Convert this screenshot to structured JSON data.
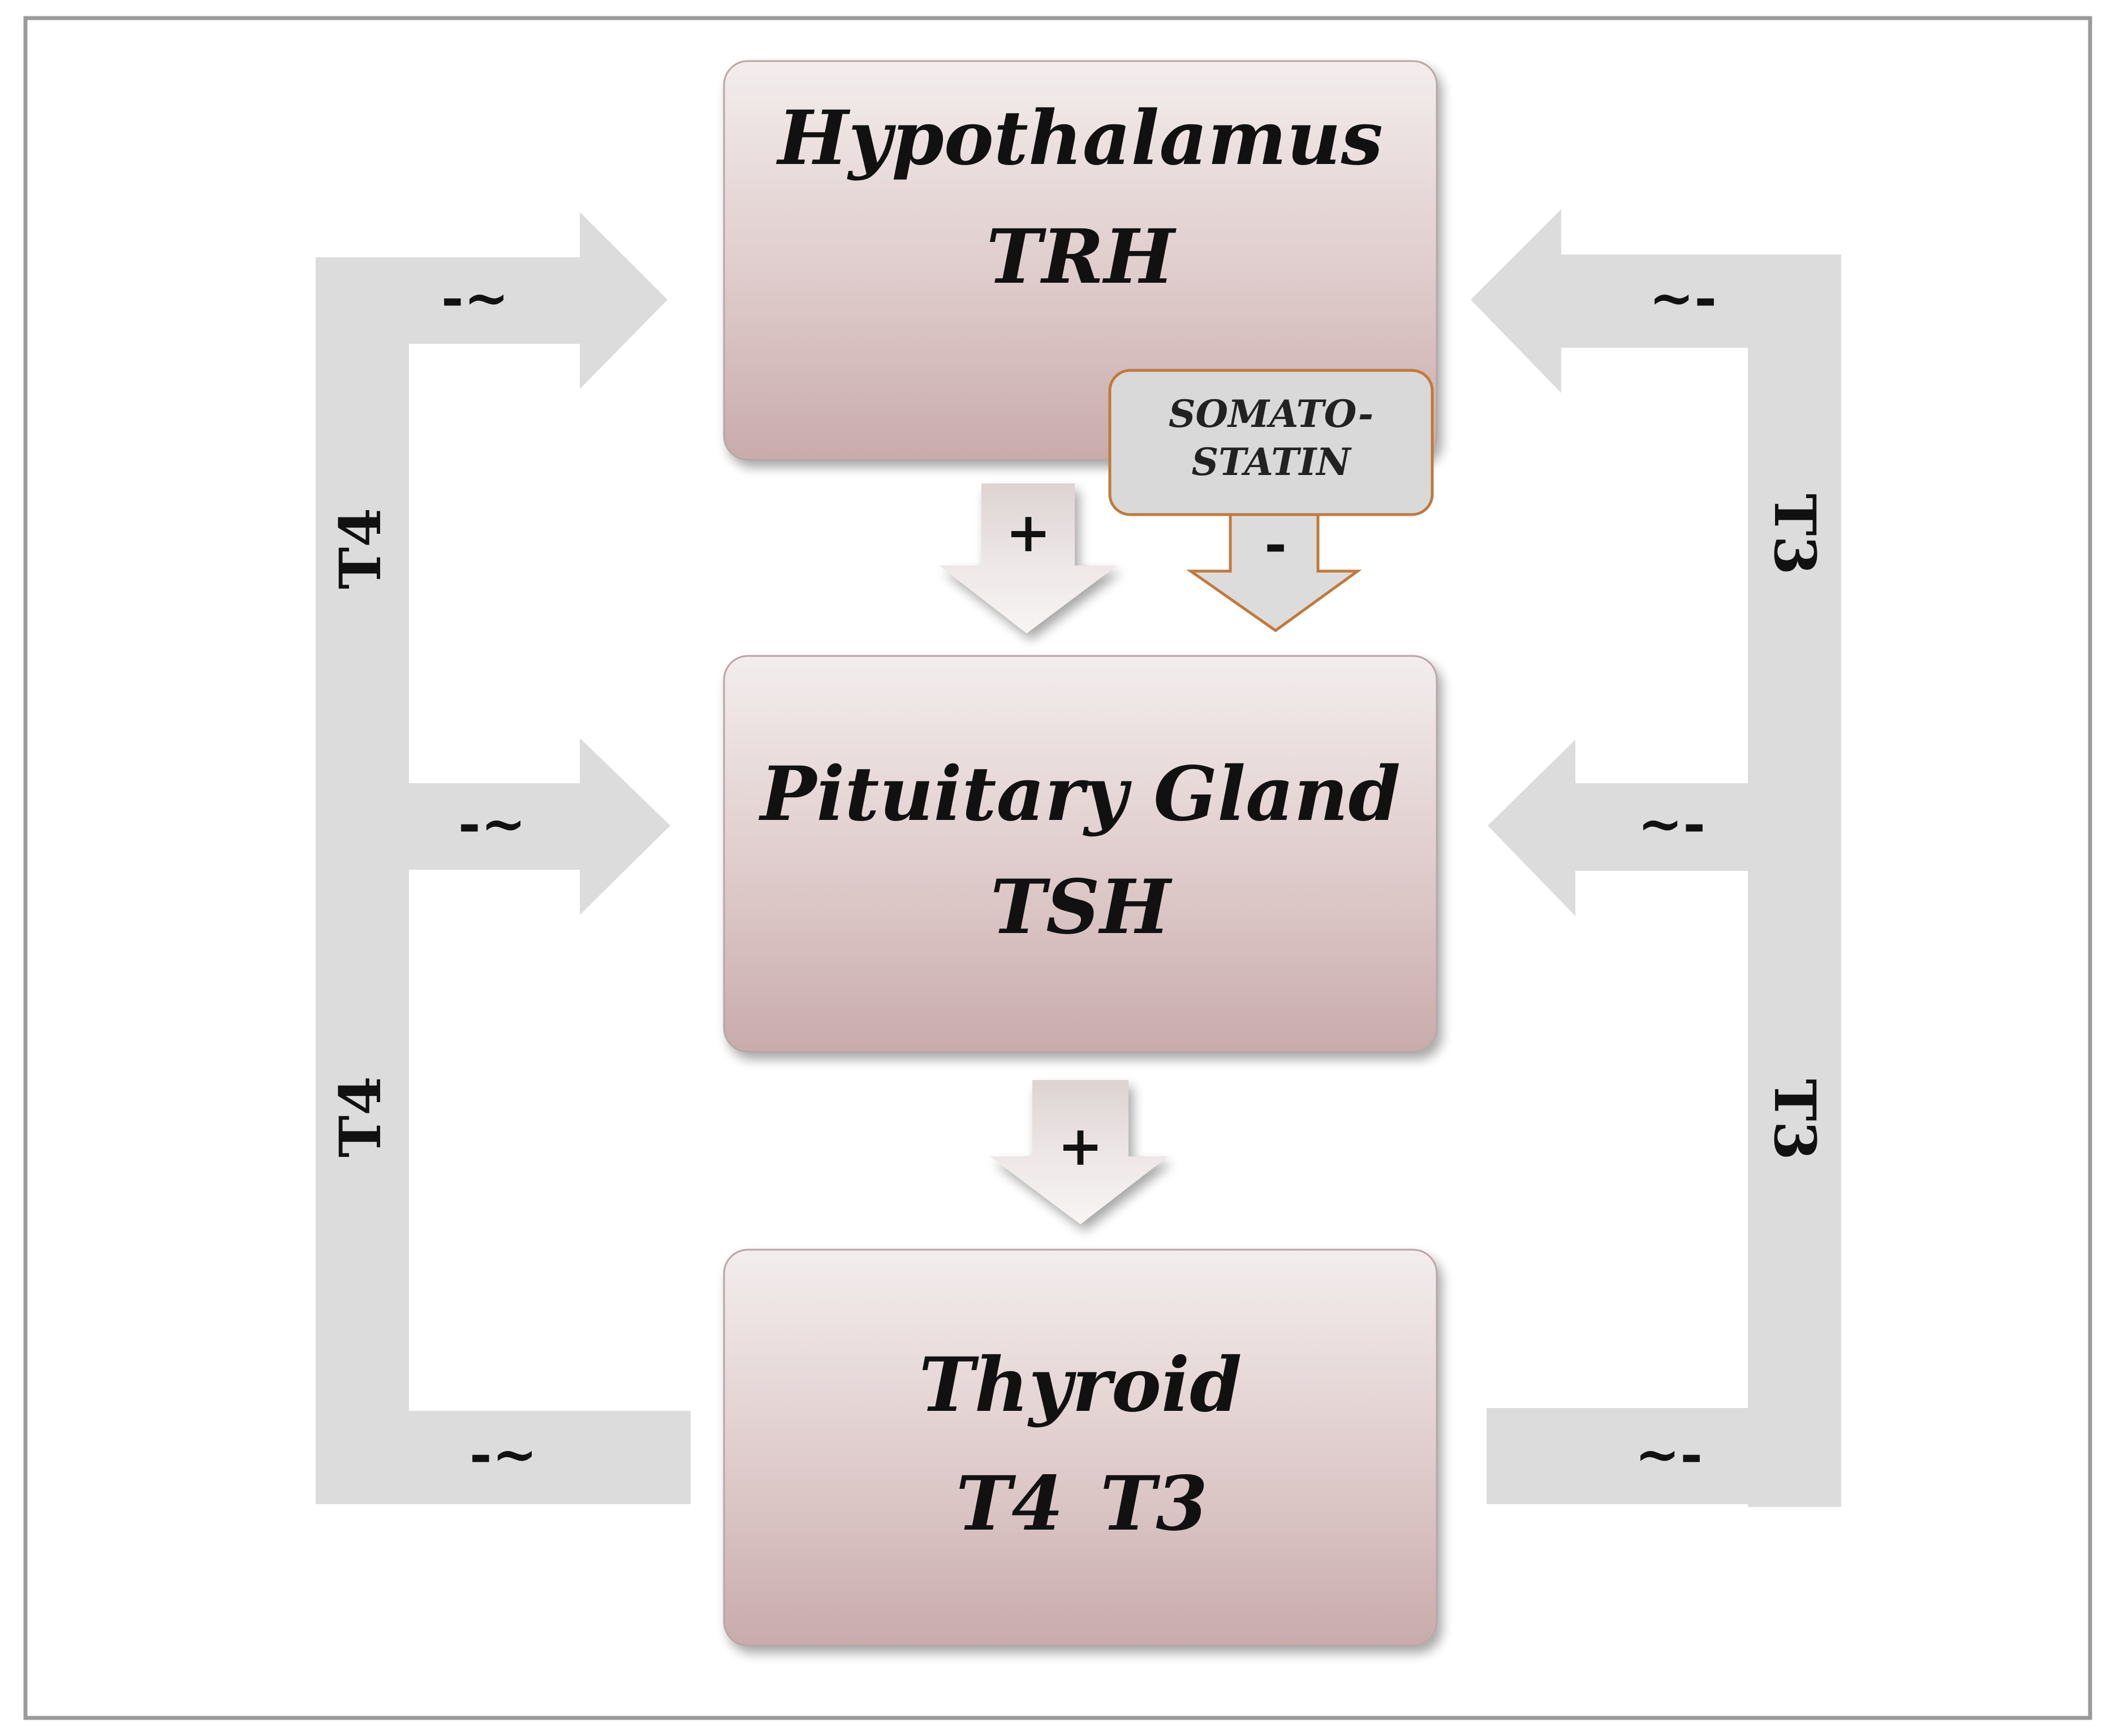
{
  "boxes": {
    "hypothalamus": {
      "title": "Hypothalamus",
      "hormone": "TRH"
    },
    "pituitary": {
      "title": "Pituitary Gland",
      "hormone": "TSH"
    },
    "thyroid": {
      "title": "Thyroid",
      "hormone_1": "T4",
      "hormone_2": "T3"
    }
  },
  "somatostatin": {
    "line_1": "SOMATO-",
    "line_2": "STATIN",
    "effect": "-"
  },
  "stimulation": {
    "hyp_to_pit": "+",
    "pit_to_thy": "+"
  },
  "left_feedback": {
    "label_top": "T4",
    "label_bottom": "T4",
    "to_hypothalamus": "-~",
    "to_pituitary": "-~",
    "from_thyroid": "-~"
  },
  "right_feedback": {
    "label_top": "T3",
    "label_bottom": "T3",
    "to_hypothalamus": "~-",
    "to_pituitary": "~-",
    "from_thyroid": "~-"
  },
  "colors": {
    "box_top": "#f2ebeb",
    "box_bottom": "#c7a9aa",
    "arrow_gray": "#dcdcdc",
    "somatostatin_border": "#c07a3c",
    "frame": "#9a9a9a"
  }
}
